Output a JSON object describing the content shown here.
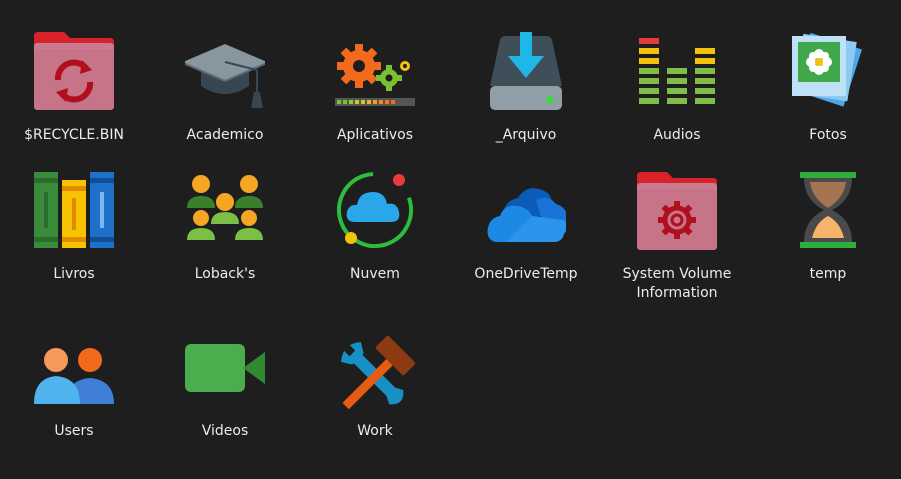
{
  "files": [
    {
      "name": "$RECYCLE.BIN",
      "icon": "recycle-folder-icon"
    },
    {
      "name": "Academico",
      "icon": "graduation-cap-icon"
    },
    {
      "name": "Aplicativos",
      "icon": "gears-icon"
    },
    {
      "name": "_Arquivo",
      "icon": "download-drive-icon"
    },
    {
      "name": "Audios",
      "icon": "equalizer-icon"
    },
    {
      "name": "Fotos",
      "icon": "photos-icon"
    },
    {
      "name": "Livros",
      "icon": "books-icon"
    },
    {
      "name": "Loback's",
      "icon": "people-group-icon"
    },
    {
      "name": "Nuvem",
      "icon": "cloud-sync-icon"
    },
    {
      "name": "OneDriveTemp",
      "icon": "onedrive-cloud-icon"
    },
    {
      "name": "System Volume\nInformation",
      "icon": "system-folder-icon"
    },
    {
      "name": "temp",
      "icon": "hourglass-icon"
    },
    {
      "name": "Users",
      "icon": "users-icon"
    },
    {
      "name": "Videos",
      "icon": "video-camera-icon"
    },
    {
      "name": "Work",
      "icon": "tools-icon"
    }
  ]
}
